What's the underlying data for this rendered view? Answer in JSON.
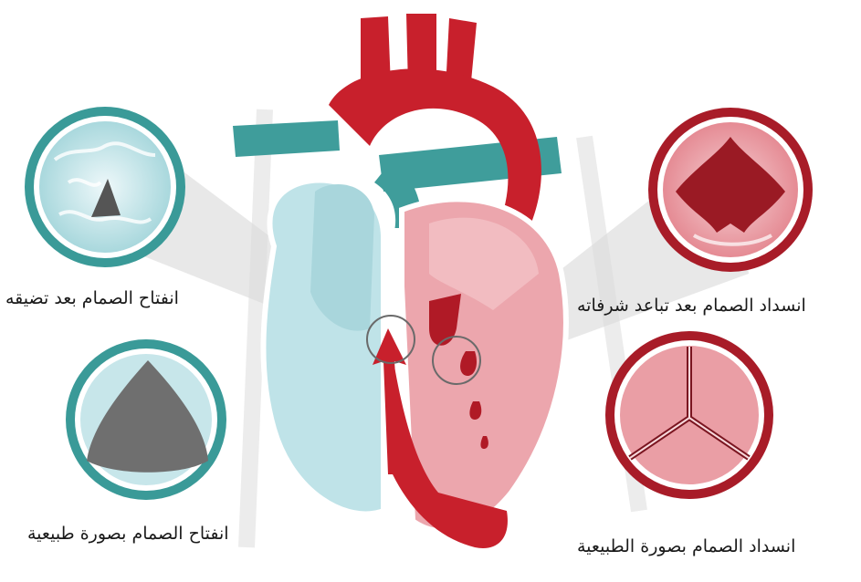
{
  "labels": {
    "top_left": "انفتاح الصمام بعد تضيقه",
    "top_right": "انسداد الصمام بعد تباعد شرفاته",
    "bottom_left": "انفتاح الصمام بصورة طبيعية",
    "bottom_right": "انسداد الصمام بصورة الطبيعية"
  },
  "colors": {
    "teal": "#3a9a98",
    "light_blue": "#bfe3e8",
    "red": "#c8202c",
    "pink": "#e79aa2",
    "dark_red": "#9a1a24",
    "gray": "#6f6f6f"
  }
}
